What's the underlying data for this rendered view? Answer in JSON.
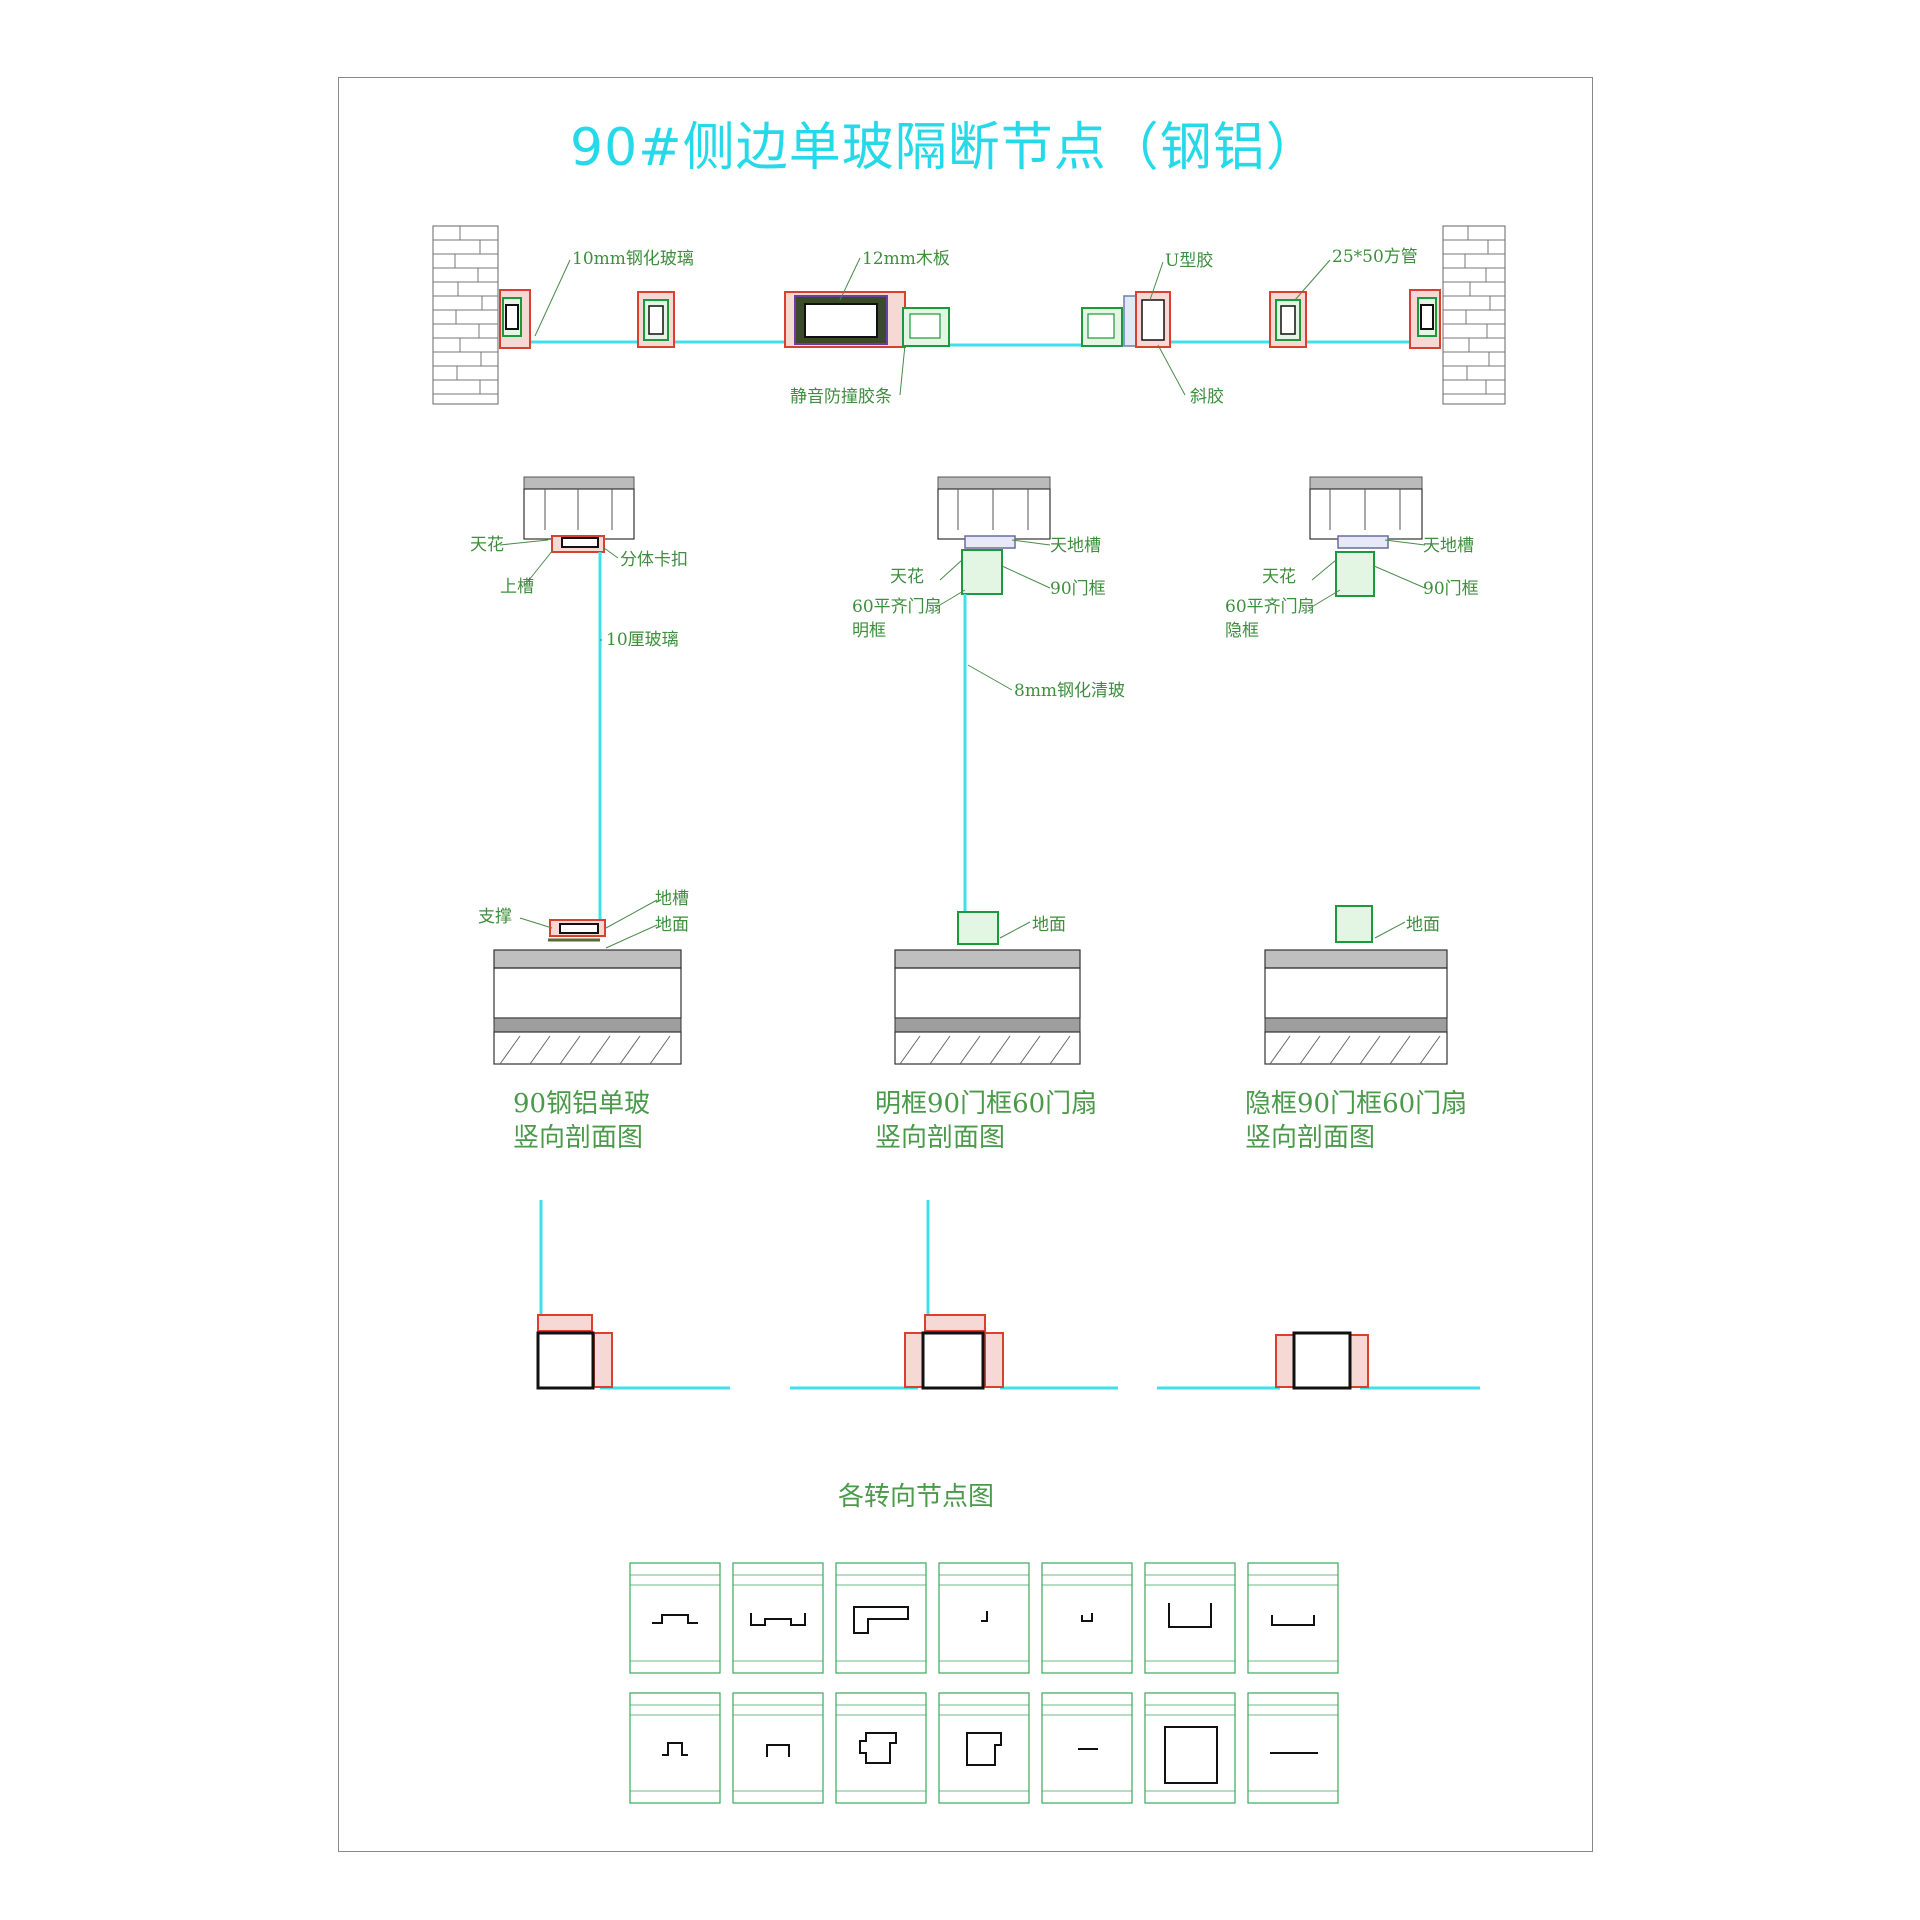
{
  "title": "90#侧边单玻隔断节点（钢铝）",
  "plan_labels": {
    "glass10": "10mm钢化玻璃",
    "board12": "12mm木板",
    "ugel": "U型胶",
    "tube": "25*50方管",
    "strip": "静音防撞胶条",
    "bevel": "斜胶"
  },
  "section1": {
    "ceiling": "天花",
    "top_track": "上槽",
    "clip": "分体卡扣",
    "glass": "10厘玻璃",
    "floor_track": "地槽",
    "support": "支撑",
    "floor": "地面",
    "caption_line1": "90钢铝单玻",
    "caption_line2": "竖向剖面图"
  },
  "section2": {
    "track": "天地槽",
    "ceiling": "天花",
    "frame90": "90门框",
    "leaf_line1": "60平齐门扇",
    "leaf_line2": "明框",
    "glass": "8mm钢化清玻",
    "floor": "地面",
    "caption_line1": "明框90门框60门扇",
    "caption_line2": "竖向剖面图"
  },
  "section3": {
    "track": "天地槽",
    "ceiling": "天花",
    "frame90": "90门框",
    "leaf_line1": "60平齐门扇",
    "leaf_line2": "隐框",
    "floor": "地面",
    "caption_line1": "隐框90门框60门扇",
    "caption_line2": "竖向剖面图"
  },
  "corner_caption": "各转向节点图",
  "colors": {
    "title": "#26d9e8",
    "glass": "#3fe0ea",
    "label": "#3e8e3e",
    "profile_red": "#d9402f",
    "profile_green": "#1a9a3a"
  }
}
